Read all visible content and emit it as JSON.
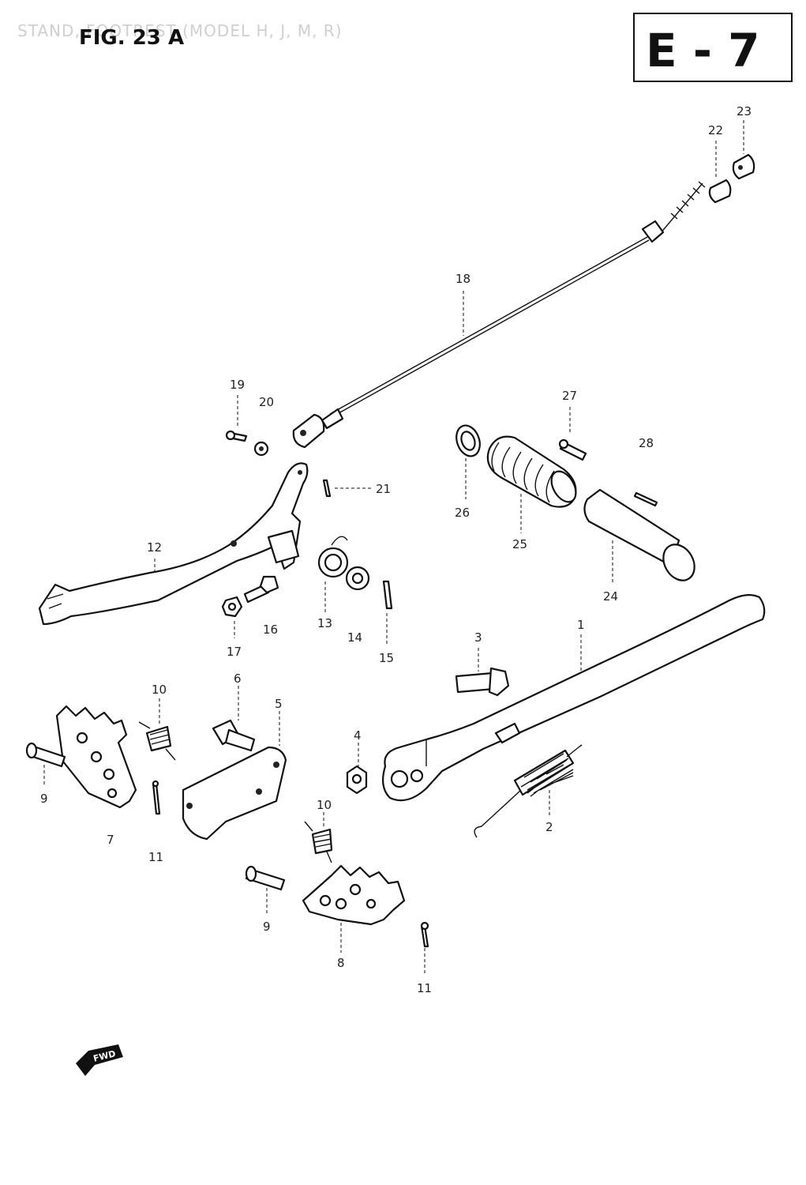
{
  "header": {
    "figure_title": "FIG. 23 A",
    "faint_caption": "STAND, FOOTREST (MODEL H, J, M, R)",
    "section_code": "E - 7"
  },
  "fwd_label": "FWD",
  "callouts": {
    "n1": "1",
    "n2": "2",
    "n3": "3",
    "n4": "4",
    "n5": "5",
    "n6": "6",
    "n7": "7",
    "n8": "8",
    "n9a": "9",
    "n9b": "9",
    "n10a": "10",
    "n10b": "10",
    "n11a": "11",
    "n11b": "11",
    "n12": "12",
    "n13": "13",
    "n14": "14",
    "n15": "15",
    "n16": "16",
    "n17": "17",
    "n18": "18",
    "n19": "19",
    "n20": "20",
    "n21": "21",
    "n22": "22",
    "n23": "23",
    "n24": "24",
    "n25": "25",
    "n26": "26",
    "n27": "27",
    "n28": "28"
  }
}
